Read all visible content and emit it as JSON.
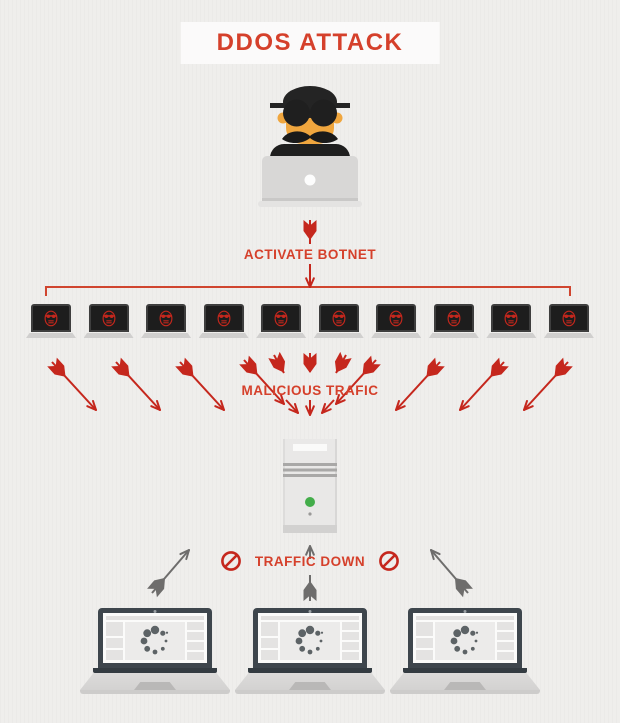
{
  "title": "DDOS ATTACK",
  "steps": {
    "activate": "ACTIVATE BOTNET",
    "malicious": "MALICIOUS TRAFIC",
    "down": "TRAFFIC DOWN"
  },
  "botnet": {
    "count": 10
  },
  "victims": {
    "count": 3
  },
  "colors": {
    "background": "#efeeec",
    "accent_red": "#d5402b",
    "arrow_red": "#c5271d",
    "line_red": "#d0452f",
    "gray_arrow": "#6e6d6c",
    "led_green": "#43ad4a"
  }
}
